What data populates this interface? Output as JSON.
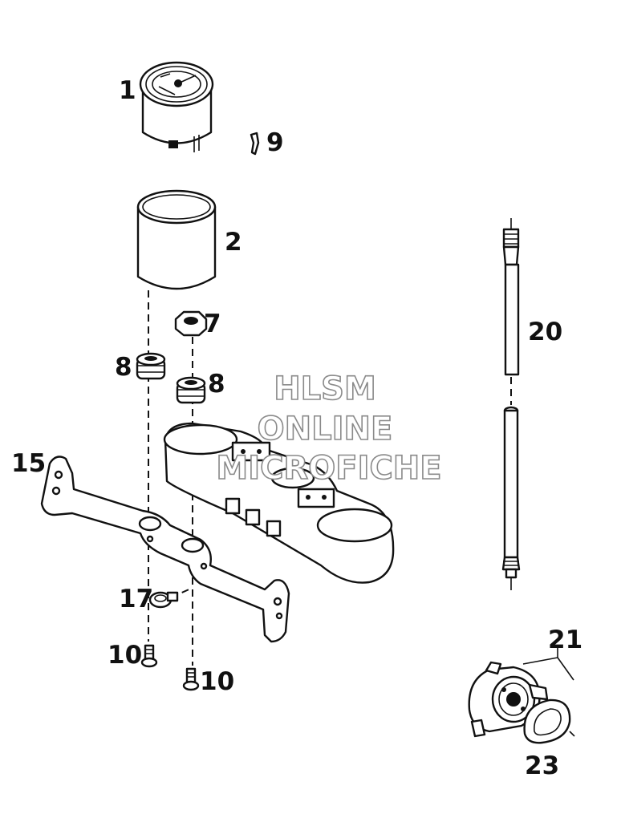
{
  "callouts": {
    "c1": "1",
    "c2": "2",
    "c7": "7",
    "c8a": "8",
    "c8b": "8",
    "c9": "9",
    "c10a": "10",
    "c10b": "10",
    "c15": "15",
    "c17": "17",
    "c20": "20",
    "c21": "21",
    "c23": "23"
  },
  "watermark": {
    "line1": "HLSM",
    "line2": "ONLINE",
    "line3": "MICROFICHE"
  },
  "colors": {
    "ink": "#111111",
    "paper": "#ffffff",
    "watermark_outline": "#8a8a8a"
  }
}
